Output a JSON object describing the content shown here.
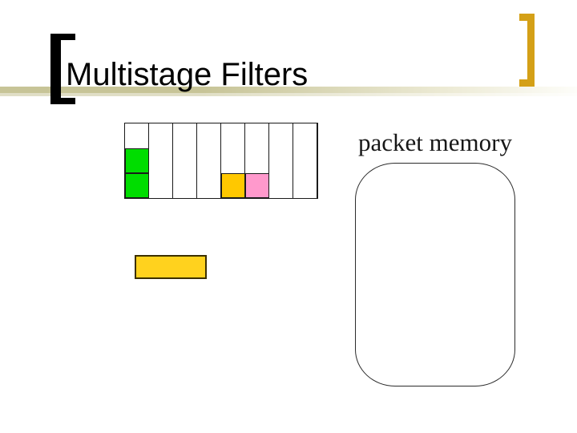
{
  "slide": {
    "title": "Multistage Filters",
    "packet_memory_label": "packet memory"
  },
  "filter_grid": {
    "columns": 8,
    "rows": 3,
    "cells": [
      {
        "col": 1,
        "row": 2,
        "color": "green"
      },
      {
        "col": 1,
        "row": 3,
        "color": "green"
      },
      {
        "col": 5,
        "row": 3,
        "color": "yellow"
      },
      {
        "col": 6,
        "row": 3,
        "color": "pink"
      }
    ]
  },
  "colors": {
    "counter_green": "#00DD00",
    "counter_yellow": "#FFC800",
    "counter_pink": "#FF99CC",
    "packet_yellow": "#FFD21E",
    "packet_border": "#3B2F00",
    "bracket_gold": "#D4A017",
    "bracket_black": "#000000",
    "band_olive": "#C7C497",
    "line_black": "#1A1A1A"
  }
}
